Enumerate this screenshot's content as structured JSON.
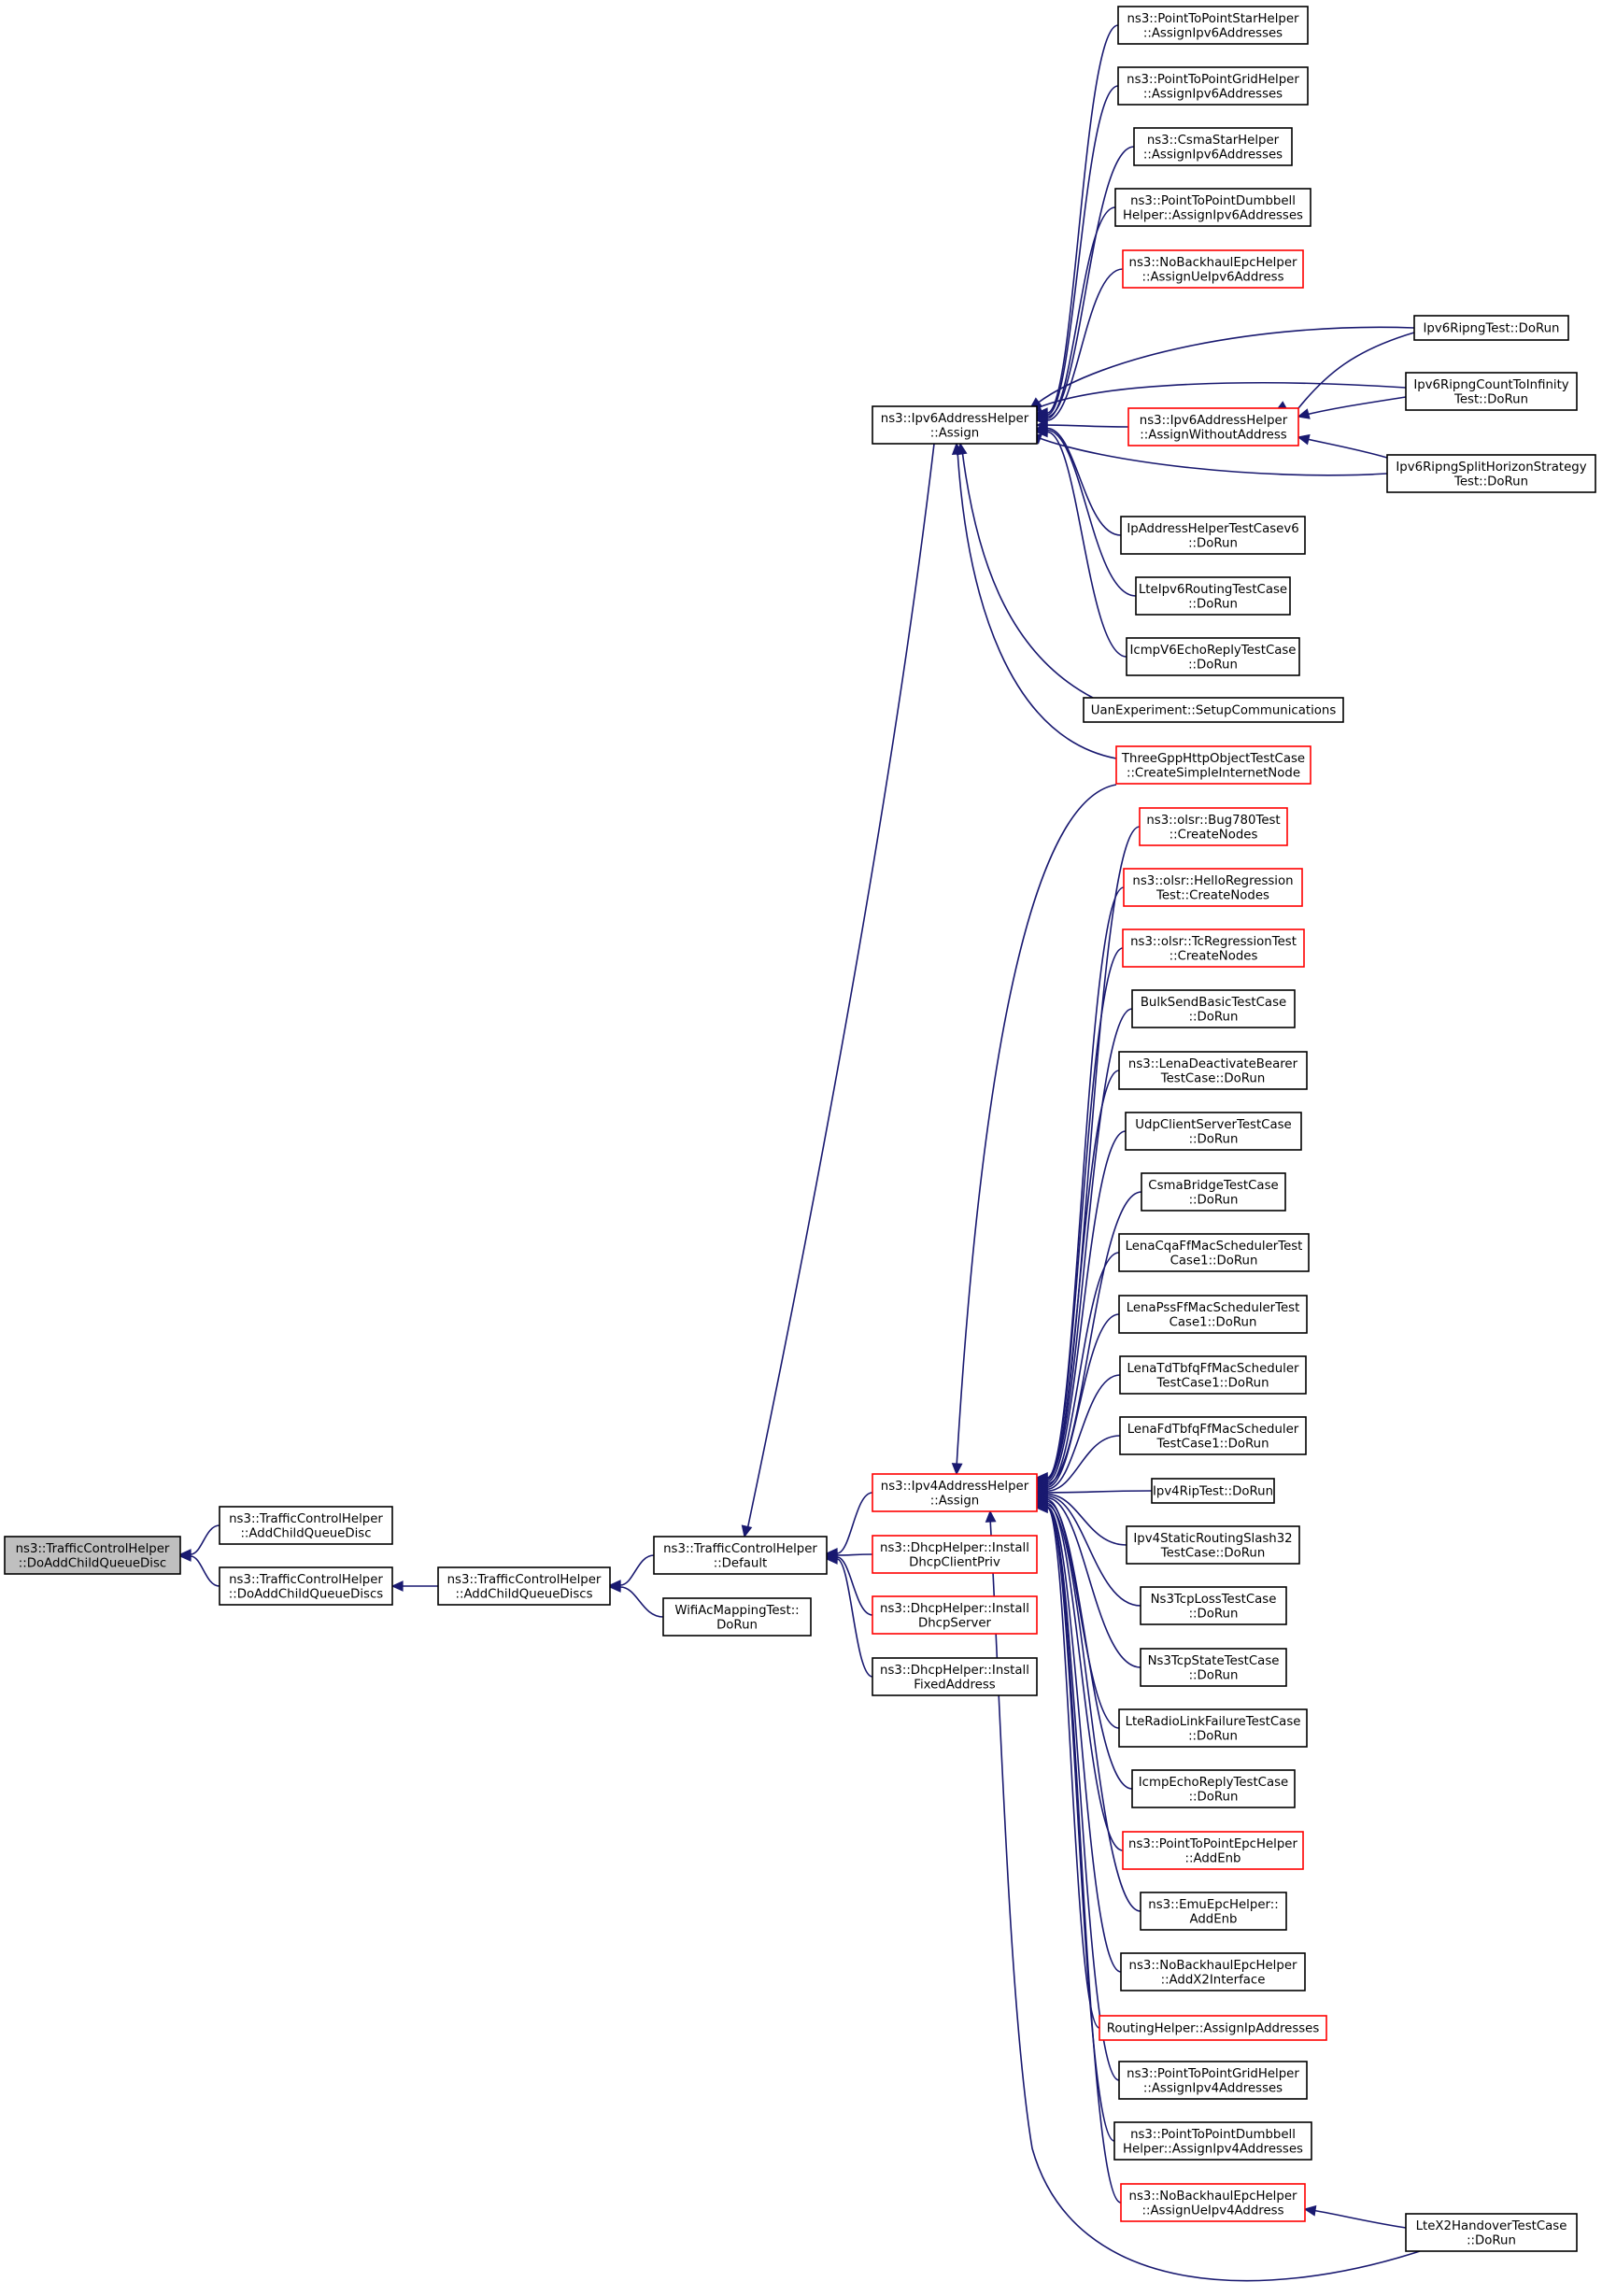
{
  "nodes": [
    {
      "id": "root",
      "lines": [
        "ns3::TrafficControlHelper",
        "::DoAddChildQueueDisc"
      ],
      "color": "gray",
      "clickable": false
    },
    {
      "id": "tch_addchild",
      "lines": [
        "ns3::TrafficControlHelper",
        "::AddChildQueueDisc"
      ],
      "color": "black"
    },
    {
      "id": "tch_doaddchilds",
      "lines": [
        "ns3::TrafficControlHelper",
        "::DoAddChildQueueDiscs"
      ],
      "color": "black"
    },
    {
      "id": "tch_addchilds",
      "lines": [
        "ns3::TrafficControlHelper",
        "::AddChildQueueDiscs"
      ],
      "color": "black"
    },
    {
      "id": "tch_default",
      "lines": [
        "ns3::TrafficControlHelper",
        "::Default"
      ],
      "color": "black"
    },
    {
      "id": "wifiac",
      "lines": [
        "WifiAcMappingTest::",
        "DoRun"
      ],
      "color": "black"
    },
    {
      "id": "ipv6assign",
      "lines": [
        "ns3::Ipv6AddressHelper",
        "::Assign"
      ],
      "color": "black"
    },
    {
      "id": "ipv4assign",
      "lines": [
        "ns3::Ipv4AddressHelper",
        "::Assign"
      ],
      "color": "red"
    },
    {
      "id": "dhcpclient",
      "lines": [
        "ns3::DhcpHelper::Install",
        "DhcpClientPriv"
      ],
      "color": "red"
    },
    {
      "id": "dhcpserver",
      "lines": [
        "ns3::DhcpHelper::Install",
        "DhcpServer"
      ],
      "color": "red"
    },
    {
      "id": "dhcpfixed",
      "lines": [
        "ns3::DhcpHelper::Install",
        "FixedAddress"
      ],
      "color": "black"
    },
    {
      "id": "p2pstar6",
      "lines": [
        "ns3::PointToPointStarHelper",
        "::AssignIpv6Addresses"
      ],
      "color": "black"
    },
    {
      "id": "p2pgrid6",
      "lines": [
        "ns3::PointToPointGridHelper",
        "::AssignIpv6Addresses"
      ],
      "color": "black"
    },
    {
      "id": "csmastar6",
      "lines": [
        "ns3::CsmaStarHelper",
        "::AssignIpv6Addresses"
      ],
      "color": "black"
    },
    {
      "id": "p2pdumb6",
      "lines": [
        "ns3::PointToPointDumbbell",
        "Helper::AssignIpv6Addresses"
      ],
      "color": "black"
    },
    {
      "id": "nobackhaul6",
      "lines": [
        "ns3::NoBackhaulEpcHelper",
        "::AssignUeIpv6Address"
      ],
      "color": "red"
    },
    {
      "id": "ipv6ripng",
      "lines": [
        "Ipv6RipngTest::DoRun"
      ],
      "color": "black"
    },
    {
      "id": "ipv6ripcount",
      "lines": [
        "Ipv6RipngCountToInfinity",
        "Test::DoRun"
      ],
      "color": "black"
    },
    {
      "id": "ipv6without",
      "lines": [
        "ns3::Ipv6AddressHelper",
        "::AssignWithoutAddress"
      ],
      "color": "red"
    },
    {
      "id": "ipv6split",
      "lines": [
        "Ipv6RipngSplitHorizonStrategy",
        "Test::DoRun"
      ],
      "color": "black"
    },
    {
      "id": "ipaddrv6",
      "lines": [
        "IpAddressHelperTestCasev6",
        "::DoRun"
      ],
      "color": "black"
    },
    {
      "id": "lteipv6",
      "lines": [
        "LteIpv6RoutingTestCase",
        "::DoRun"
      ],
      "color": "black"
    },
    {
      "id": "icmpv6echo",
      "lines": [
        "IcmpV6EchoReplyTestCase",
        "::DoRun"
      ],
      "color": "black"
    },
    {
      "id": "uanexp",
      "lines": [
        "UanExperiment::SetupCommunications"
      ],
      "color": "black"
    },
    {
      "id": "threegpp",
      "lines": [
        "ThreeGppHttpObjectTestCase",
        "::CreateSimpleInternetNode"
      ],
      "color": "red"
    },
    {
      "id": "olsrbug",
      "lines": [
        "ns3::olsr::Bug780Test",
        "::CreateNodes"
      ],
      "color": "red"
    },
    {
      "id": "olsrhello",
      "lines": [
        "ns3::olsr::HelloRegression",
        "Test::CreateNodes"
      ],
      "color": "red"
    },
    {
      "id": "olsrtc",
      "lines": [
        "ns3::olsr::TcRegressionTest",
        "::CreateNodes"
      ],
      "color": "red"
    },
    {
      "id": "bulksend",
      "lines": [
        "BulkSendBasicTestCase",
        "::DoRun"
      ],
      "color": "black"
    },
    {
      "id": "lenadeact",
      "lines": [
        "ns3::LenaDeactivateBearer",
        "TestCase::DoRun"
      ],
      "color": "black"
    },
    {
      "id": "udpcs",
      "lines": [
        "UdpClientServerTestCase",
        "::DoRun"
      ],
      "color": "black"
    },
    {
      "id": "csmabridge",
      "lines": [
        "CsmaBridgeTestCase",
        "::DoRun"
      ],
      "color": "black"
    },
    {
      "id": "lenacqa",
      "lines": [
        "LenaCqaFfMacSchedulerTest",
        "Case1::DoRun"
      ],
      "color": "black"
    },
    {
      "id": "lenapss",
      "lines": [
        "LenaPssFfMacSchedulerTest",
        "Case1::DoRun"
      ],
      "color": "black"
    },
    {
      "id": "lenatdtbfq",
      "lines": [
        "LenaTdTbfqFfMacScheduler",
        "TestCase1::DoRun"
      ],
      "color": "black"
    },
    {
      "id": "lenafdtbfq",
      "lines": [
        "LenaFdTbfqFfMacScheduler",
        "TestCase1::DoRun"
      ],
      "color": "black"
    },
    {
      "id": "ipv4rip",
      "lines": [
        "Ipv4RipTest::DoRun"
      ],
      "color": "black"
    },
    {
      "id": "ipv4static",
      "lines": [
        "Ipv4StaticRoutingSlash32",
        "TestCase::DoRun"
      ],
      "color": "black"
    },
    {
      "id": "ns3tcploss",
      "lines": [
        "Ns3TcpLossTestCase",
        "::DoRun"
      ],
      "color": "black"
    },
    {
      "id": "ns3tcpstate",
      "lines": [
        "Ns3TcpStateTestCase",
        "::DoRun"
      ],
      "color": "black"
    },
    {
      "id": "lteradio",
      "lines": [
        "LteRadioLinkFailureTestCase",
        "::DoRun"
      ],
      "color": "black"
    },
    {
      "id": "icmpecho",
      "lines": [
        "IcmpEchoReplyTestCase",
        "::DoRun"
      ],
      "color": "black"
    },
    {
      "id": "p2pepc",
      "lines": [
        "ns3::PointToPointEpcHelper",
        "::AddEnb"
      ],
      "color": "red"
    },
    {
      "id": "emuepc",
      "lines": [
        "ns3::EmuEpcHelper::",
        "AddEnb"
      ],
      "color": "black"
    },
    {
      "id": "nobackhaulx2",
      "lines": [
        "ns3::NoBackhaulEpcHelper",
        "::AddX2Interface"
      ],
      "color": "black"
    },
    {
      "id": "routinghelper",
      "lines": [
        "RoutingHelper::AssignIpAddresses"
      ],
      "color": "red"
    },
    {
      "id": "p2pgrid4",
      "lines": [
        "ns3::PointToPointGridHelper",
        "::AssignIpv4Addresses"
      ],
      "color": "black"
    },
    {
      "id": "p2pdumb4",
      "lines": [
        "ns3::PointToPointDumbbell",
        "Helper::AssignIpv4Addresses"
      ],
      "color": "black"
    },
    {
      "id": "nobackhaul4",
      "lines": [
        "ns3::NoBackhaulEpcHelper",
        "::AssignUeIpv4Address"
      ],
      "color": "red"
    },
    {
      "id": "ltex2",
      "lines": [
        "LteX2HandoverTestCase",
        "::DoRun"
      ],
      "color": "black"
    }
  ],
  "edges": [
    [
      "tch_addchild",
      "root"
    ],
    [
      "tch_doaddchilds",
      "root"
    ],
    [
      "tch_addchilds",
      "tch_doaddchilds"
    ],
    [
      "tch_default",
      "tch_addchilds"
    ],
    [
      "wifiac",
      "tch_addchilds"
    ],
    [
      "ipv6assign",
      "tch_default"
    ],
    [
      "ipv4assign",
      "tch_default"
    ],
    [
      "dhcpclient",
      "tch_default"
    ],
    [
      "dhcpserver",
      "tch_default"
    ],
    [
      "dhcpfixed",
      "tch_default"
    ],
    [
      "p2pstar6",
      "ipv6assign"
    ],
    [
      "p2pgrid6",
      "ipv6assign"
    ],
    [
      "csmastar6",
      "ipv6assign"
    ],
    [
      "p2pdumb6",
      "ipv6assign"
    ],
    [
      "nobackhaul6",
      "ipv6assign"
    ],
    [
      "ipv6ripng",
      "ipv6assign"
    ],
    [
      "ipv6ripcount",
      "ipv6assign"
    ],
    [
      "ipv6without",
      "ipv6assign"
    ],
    [
      "ipv6split",
      "ipv6assign"
    ],
    [
      "ipaddrv6",
      "ipv6assign"
    ],
    [
      "lteipv6",
      "ipv6assign"
    ],
    [
      "icmpv6echo",
      "ipv6assign"
    ],
    [
      "uanexp",
      "ipv6assign"
    ],
    [
      "threegpp",
      "ipv6assign"
    ],
    [
      "ipv6ripng",
      "ipv6without"
    ],
    [
      "ipv6ripcount",
      "ipv6without"
    ],
    [
      "ipv6split",
      "ipv6without"
    ],
    [
      "threegpp",
      "ipv4assign"
    ],
    [
      "olsrbug",
      "ipv4assign"
    ],
    [
      "olsrhello",
      "ipv4assign"
    ],
    [
      "olsrtc",
      "ipv4assign"
    ],
    [
      "bulksend",
      "ipv4assign"
    ],
    [
      "lenadeact",
      "ipv4assign"
    ],
    [
      "udpcs",
      "ipv4assign"
    ],
    [
      "csmabridge",
      "ipv4assign"
    ],
    [
      "lenacqa",
      "ipv4assign"
    ],
    [
      "lenapss",
      "ipv4assign"
    ],
    [
      "lenatdtbfq",
      "ipv4assign"
    ],
    [
      "lenafdtbfq",
      "ipv4assign"
    ],
    [
      "ipv4rip",
      "ipv4assign"
    ],
    [
      "ipv4static",
      "ipv4assign"
    ],
    [
      "ns3tcploss",
      "ipv4assign"
    ],
    [
      "ns3tcpstate",
      "ipv4assign"
    ],
    [
      "lteradio",
      "ipv4assign"
    ],
    [
      "icmpecho",
      "ipv4assign"
    ],
    [
      "p2pepc",
      "ipv4assign"
    ],
    [
      "emuepc",
      "ipv4assign"
    ],
    [
      "nobackhaulx2",
      "ipv4assign"
    ],
    [
      "routinghelper",
      "ipv4assign"
    ],
    [
      "p2pgrid4",
      "ipv4assign"
    ],
    [
      "p2pdumb4",
      "ipv4assign"
    ],
    [
      "nobackhaul4",
      "ipv4assign"
    ],
    [
      "ltex2",
      "ipv4assign"
    ],
    [
      "ltex2",
      "nobackhaul4"
    ]
  ]
}
